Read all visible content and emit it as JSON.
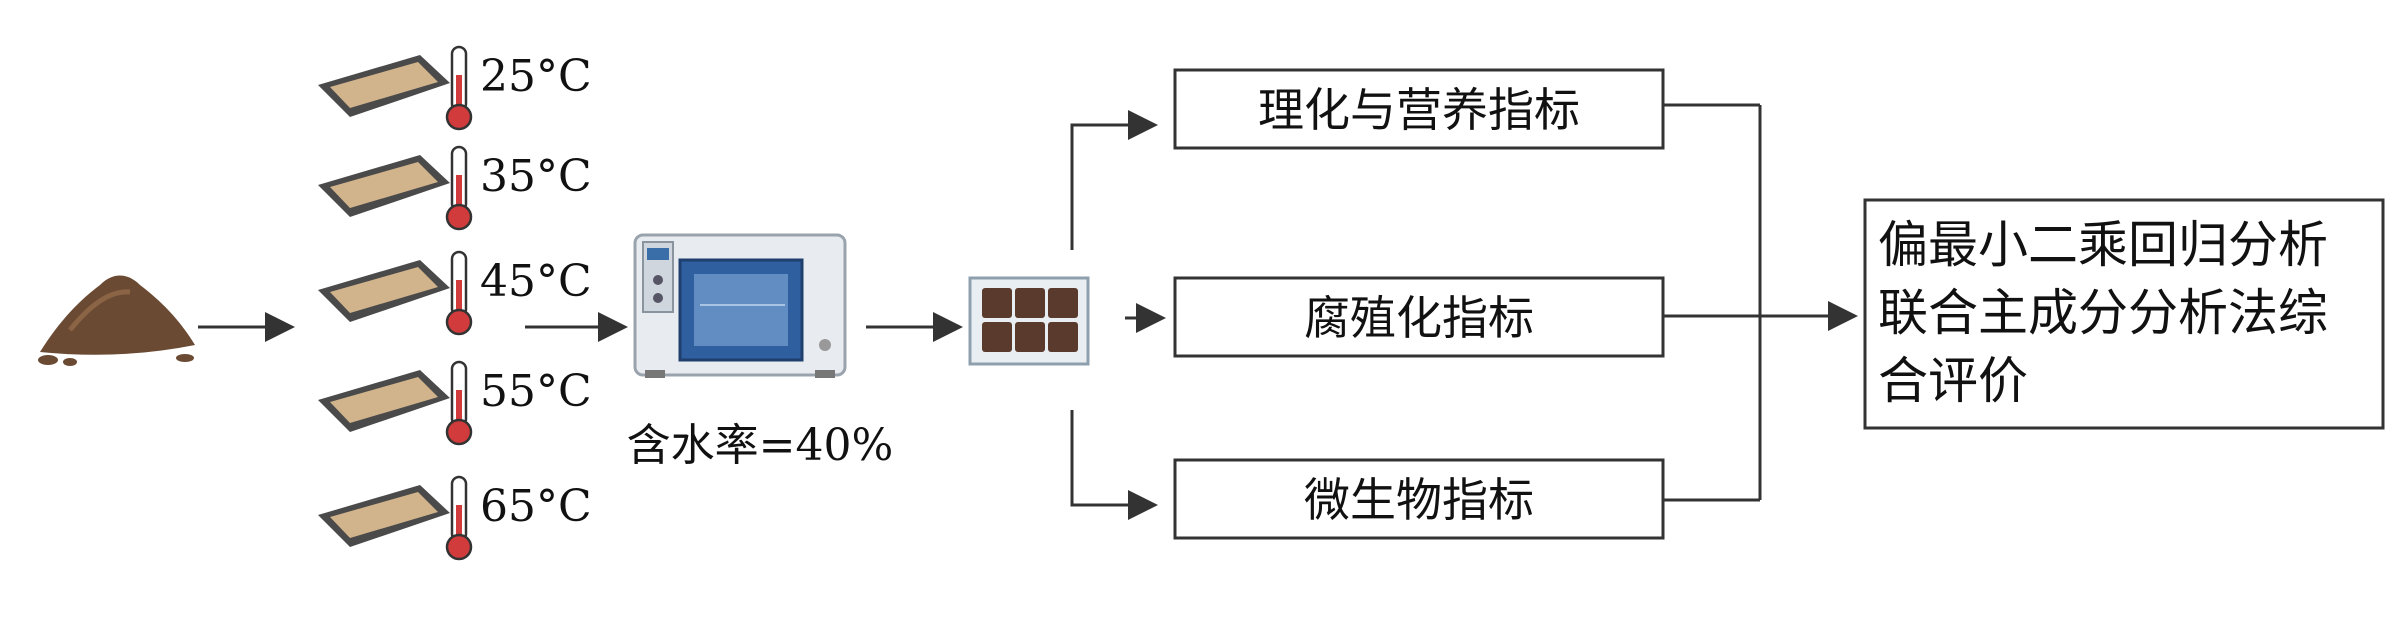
{
  "temperatures": [
    "25°C",
    "35°C",
    "45°C",
    "55°C",
    "65°C"
  ],
  "moisture_label": "含水率=40%",
  "indicators": {
    "physchem": "理化与营养指标",
    "humification": "腐殖化指标",
    "microbial": "微生物指标"
  },
  "analysis_lines": [
    "偏最小二乘回归分析",
    "联合主成分分析法综",
    "合评价"
  ],
  "colors": {
    "line": "#333333",
    "soil": "#6b4a33",
    "tray_fill": "#d2b48c",
    "tray_frame": "#4a4a4a",
    "oven_body": "#e8ebef",
    "oven_door": "#2f5f9e",
    "therm_red": "#d23b3b",
    "box_border": "#333333"
  },
  "icons": [
    "soil-pile-icon",
    "tray-icon",
    "thermometer-icon",
    "oven-icon",
    "sample-plate-icon",
    "arrow-icon"
  ]
}
